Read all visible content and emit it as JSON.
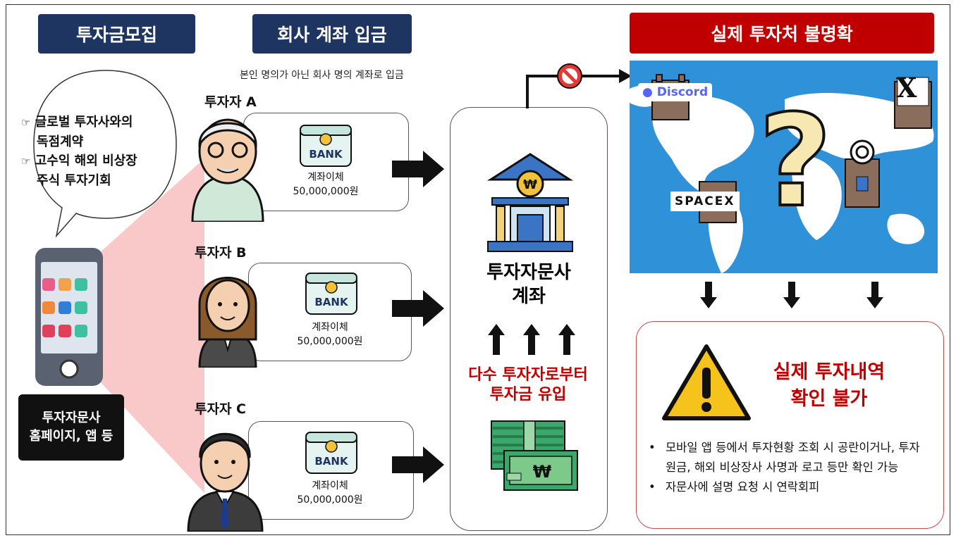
{
  "headers": {
    "recruit": "투자금모집",
    "deposit": "회사 계좌 입금",
    "unclear": "실제 투자처 불명확"
  },
  "deposit_caption": "본인 명의가 아닌 회사 명의 계좌로 입금",
  "speech_bubble": {
    "line1_marker": "☞",
    "line1": "글로벌 투자사와의",
    "line1b": "독점계약",
    "line2_marker": "☞",
    "line2": "고수익 해외 비상장",
    "line2b": "주식 투자기회"
  },
  "phone_label": {
    "line1": "투자자문사",
    "line2": "홈페이지, 앱 등"
  },
  "investors": [
    {
      "label": "투자자 A",
      "bank": "BANK",
      "tx": "계좌이체",
      "amount": "50,000,000원"
    },
    {
      "label": "투자자 B",
      "bank": "BANK",
      "tx": "계좌이체",
      "amount": "50,000,000원"
    },
    {
      "label": "투자자 C",
      "bank": "BANK",
      "tx": "계좌이체",
      "amount": "50,000,000원"
    }
  ],
  "center": {
    "title1": "투자자문사",
    "title2": "계좌",
    "inflow1": "다수 투자자로부터",
    "inflow2": "투자금 유입"
  },
  "map_brands": {
    "discord": "Discord",
    "spacex": "SPACEX",
    "x": "X",
    "question": "?"
  },
  "warning": {
    "title1": "실제 투자내역",
    "title2": "확인 불가",
    "bullet1": "모바일 앱 등에서 투자현황 조회 시 공란이거나, 투자원금, 해외 비상장사 사명과 로고 등만 확인 가능",
    "bullet2": "자문사에 설명 요청 시 연락회피"
  },
  "colors": {
    "navy": "#1e3461",
    "red": "#c00000",
    "map_blue": "#2f92d8",
    "funnel_pink": "#f9c9c9"
  }
}
